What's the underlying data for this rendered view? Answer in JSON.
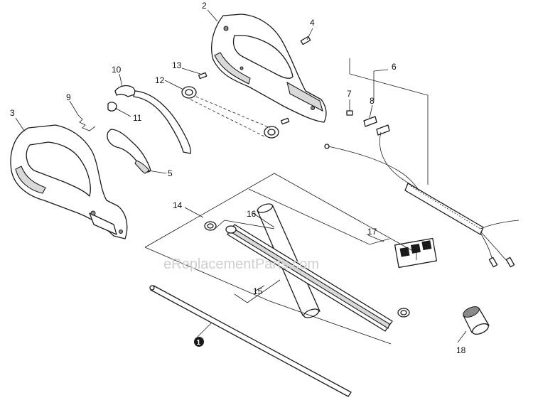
{
  "watermark": "eReplacementParts.com",
  "callouts": {
    "p1": "1",
    "p2": "2",
    "p3": "3",
    "p4": "4",
    "p5": "5",
    "p6": "6",
    "p7": "7",
    "p8": "8",
    "p9": "9",
    "p10": "10",
    "p11": "11",
    "p12": "12",
    "p13": "13",
    "p14": "14",
    "p15": "15",
    "p16": "16",
    "p17": "17",
    "p18": "18"
  },
  "colors": {
    "line": "#1a1a1a",
    "watermark": "#cfcfcf",
    "badge": "#1a1a1a"
  }
}
